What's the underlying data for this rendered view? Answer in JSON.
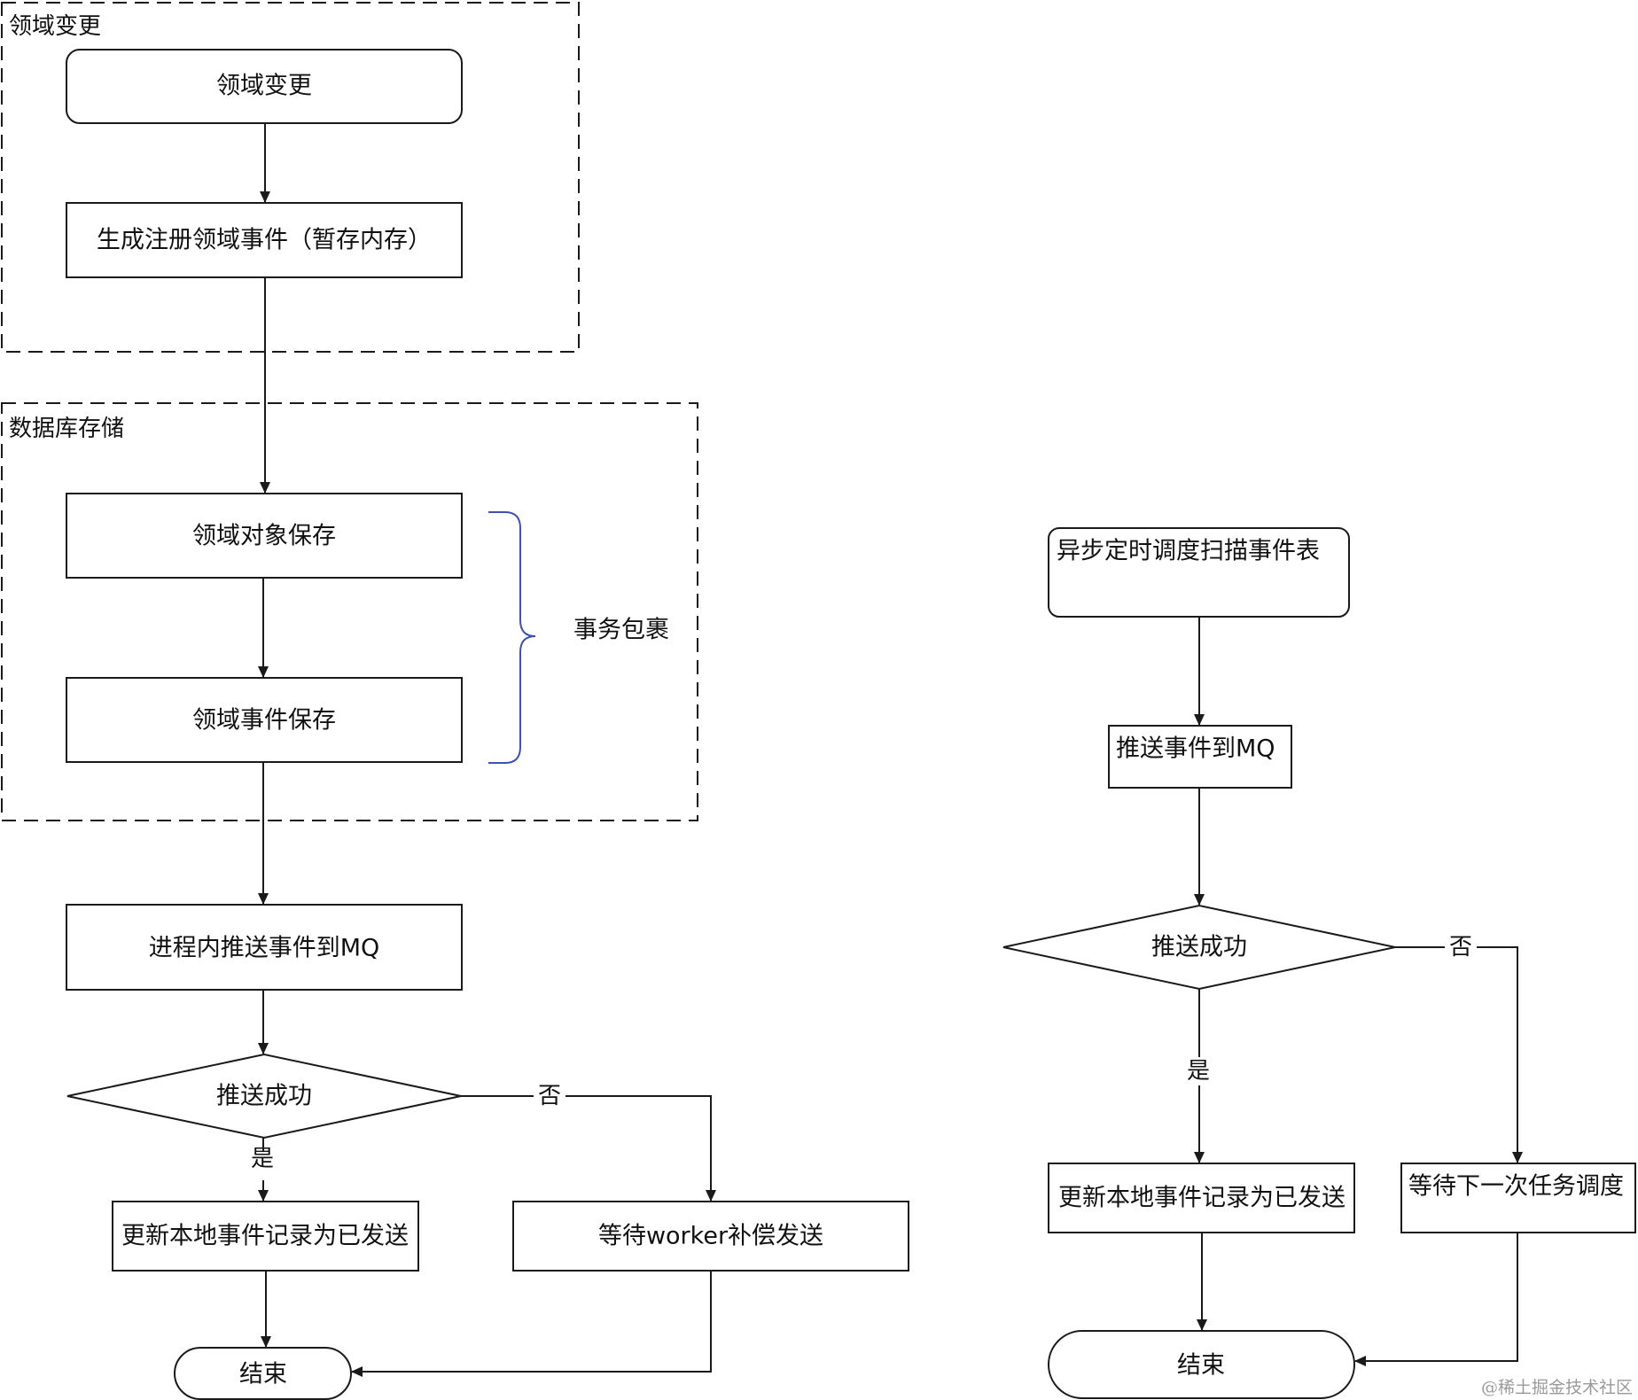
{
  "diagram": {
    "groups": {
      "domain_change": "领域变更",
      "db_storage": "数据库存储"
    },
    "left": {
      "domain_change": "领域变更",
      "generate_event": "生成注册领域事件（暂存内存）",
      "save_object": "领域对象保存",
      "save_event": "领域事件保存",
      "transaction": "事务包裹",
      "push_in_process": "进程内推送事件到MQ",
      "push_success": "推送成功",
      "update_record": "更新本地事件记录为已发送",
      "wait_worker": "等待worker补偿发送",
      "end": "结束",
      "yes": "是",
      "no": "否"
    },
    "right": {
      "scan_table": "异步定时调度扫描事件表",
      "push_to_mq": "推送事件到MQ",
      "push_success": "推送成功",
      "update_record": "更新本地事件记录为已发送",
      "wait_next": "等待下一次任务调度",
      "end": "结束",
      "yes": "是",
      "no": "否"
    },
    "watermark": "@稀土掘金技术社区",
    "colors": {
      "stroke": "#1a1a1a",
      "brace": "#3f51b5",
      "watermark": "#9a9a9a"
    }
  }
}
